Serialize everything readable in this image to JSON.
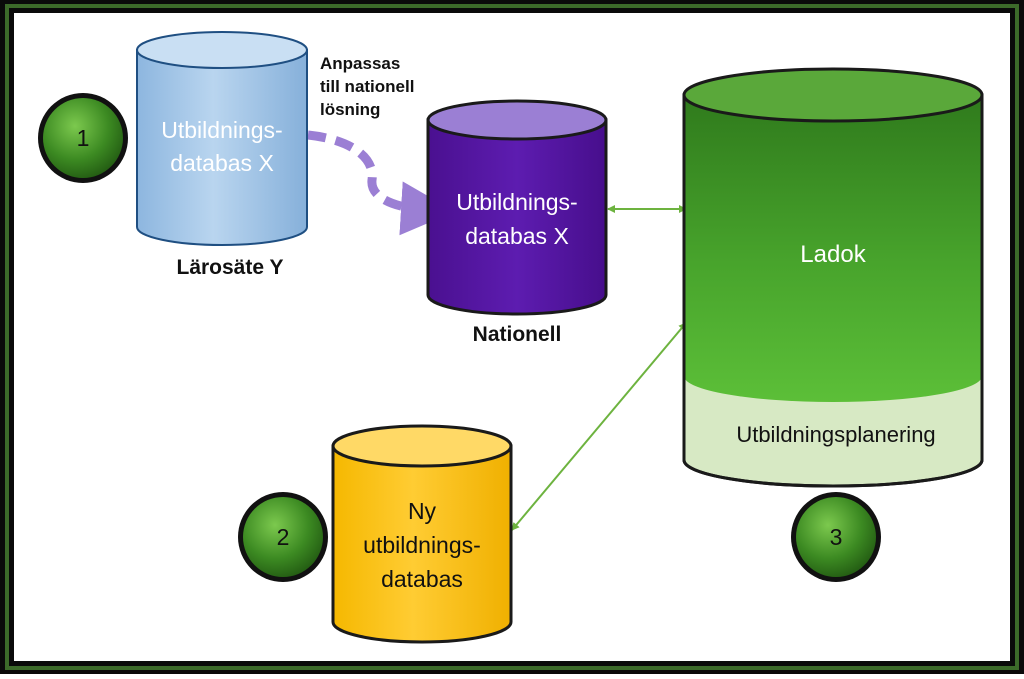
{
  "databases": {
    "local": {
      "lines": [
        "Utbildnings-",
        "databas X"
      ],
      "caption": "Lärosäte Y"
    },
    "national": {
      "lines": [
        "Utbildnings-",
        "databas X"
      ],
      "caption": "Nationell"
    },
    "new": {
      "lines": [
        "Ny",
        "utbildnings-",
        "databas"
      ]
    },
    "ladok": {
      "title": "Ladok",
      "section": "Utbildningsplanering"
    }
  },
  "migration_note": {
    "lines": [
      "Anpassas",
      "till nationell",
      "lösning"
    ]
  },
  "markers": [
    "1",
    "2",
    "3"
  ],
  "colors": {
    "frame_outer": "#0a0a0a",
    "frame_green": "#3c6a2a",
    "local_db": "#9dc3e6",
    "national_db": "#5a1aa8",
    "national_db_top": "#9b7fd4",
    "new_db": "#ffc000",
    "ladok_green": "#4aa32e",
    "ladok_light": "#d7e9c4",
    "marker_green": "#3f8a25",
    "arrow_purple": "#9b7fd4",
    "connector_green": "#6db33f"
  }
}
